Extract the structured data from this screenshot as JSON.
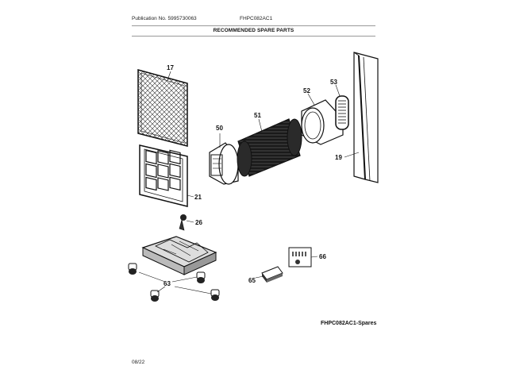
{
  "header": {
    "publication_no": "Publication No. 5995730063",
    "model": "FHPC082AC1",
    "section_title": "RECOMMENDED SPARE PARTS"
  },
  "callouts": {
    "c17": "17",
    "c50": "50",
    "c51": "51",
    "c52": "52",
    "c53": "53",
    "c19": "19",
    "c21": "21",
    "c26": "26",
    "c63": "63",
    "c65": "65",
    "c66": "66"
  },
  "footer": {
    "diagram_ref": "FHPC082AC1-Spares",
    "date": "08/22"
  }
}
